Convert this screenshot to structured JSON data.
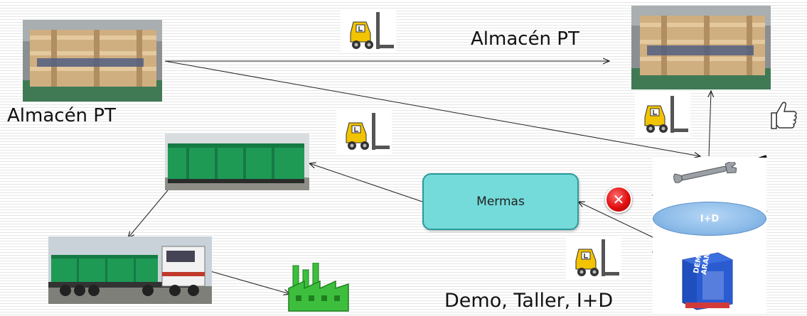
{
  "labels": {
    "almacen_top": "Almacén PT",
    "almacen_left": "Almacén PT",
    "demo": "Demo, Taller, I+D",
    "mermas": "Mermas",
    "id_oval": "I+D",
    "demo_box": "DEMO ARANCO"
  },
  "colors": {
    "container_green": "#1e9a55",
    "mermas_fill": "#74dada",
    "forklift_yellow": "#f2c300",
    "factory_green": "#3dbf3d",
    "reject_red": "#e01010"
  },
  "icons": [
    "forklift-icon",
    "thumbs-up-icon",
    "wrench-icon",
    "reject-x-icon",
    "factory-icon"
  ]
}
